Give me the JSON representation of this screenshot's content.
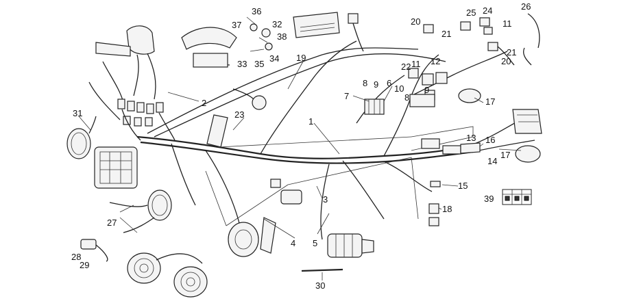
{
  "diagram": {
    "labels": [
      "1",
      "2",
      "3",
      "4",
      "5",
      "6",
      "7",
      "8",
      "9",
      "10",
      "11",
      "12",
      "13",
      "14",
      "15",
      "16",
      "17",
      "18",
      "19",
      "20",
      "21",
      "22",
      "23",
      "24",
      "25",
      "26",
      "27",
      "28",
      "29",
      "30",
      "31",
      "32",
      "33",
      "34",
      "35",
      "36",
      "37",
      "38",
      "39"
    ],
    "legend_box_label": "39"
  }
}
